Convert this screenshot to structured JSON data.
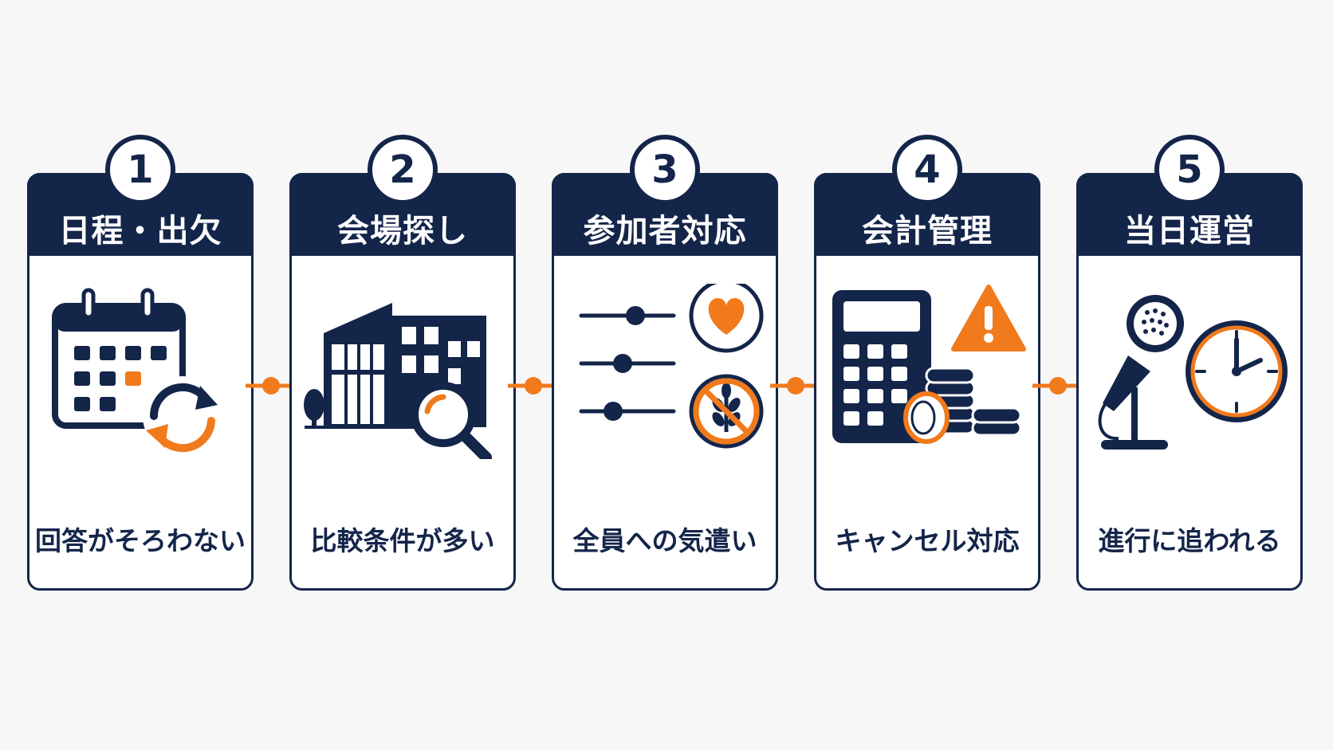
{
  "colors": {
    "navy": "#14254a",
    "orange": "#f07a1c",
    "white": "#ffffff",
    "background": "#f7f7f8"
  },
  "steps": [
    {
      "number": "1",
      "title": "日程・出欠",
      "caption": "回答がそろわない",
      "icons": [
        "calendar-icon",
        "refresh-icon"
      ]
    },
    {
      "number": "2",
      "title": "会場探し",
      "caption": "比較条件が多い",
      "icons": [
        "building-icon",
        "magnifier-icon"
      ]
    },
    {
      "number": "3",
      "title": "参加者対応",
      "caption": "全員への気遣い",
      "icons": [
        "sliders-icon",
        "heart-icon",
        "no-wheat-icon"
      ]
    },
    {
      "number": "4",
      "title": "会計管理",
      "caption": "キャンセル対応",
      "icons": [
        "calculator-icon",
        "warning-icon",
        "coins-icon"
      ]
    },
    {
      "number": "5",
      "title": "当日運営",
      "caption": "進行に追われる",
      "icons": [
        "microphone-icon",
        "clock-icon"
      ]
    }
  ]
}
